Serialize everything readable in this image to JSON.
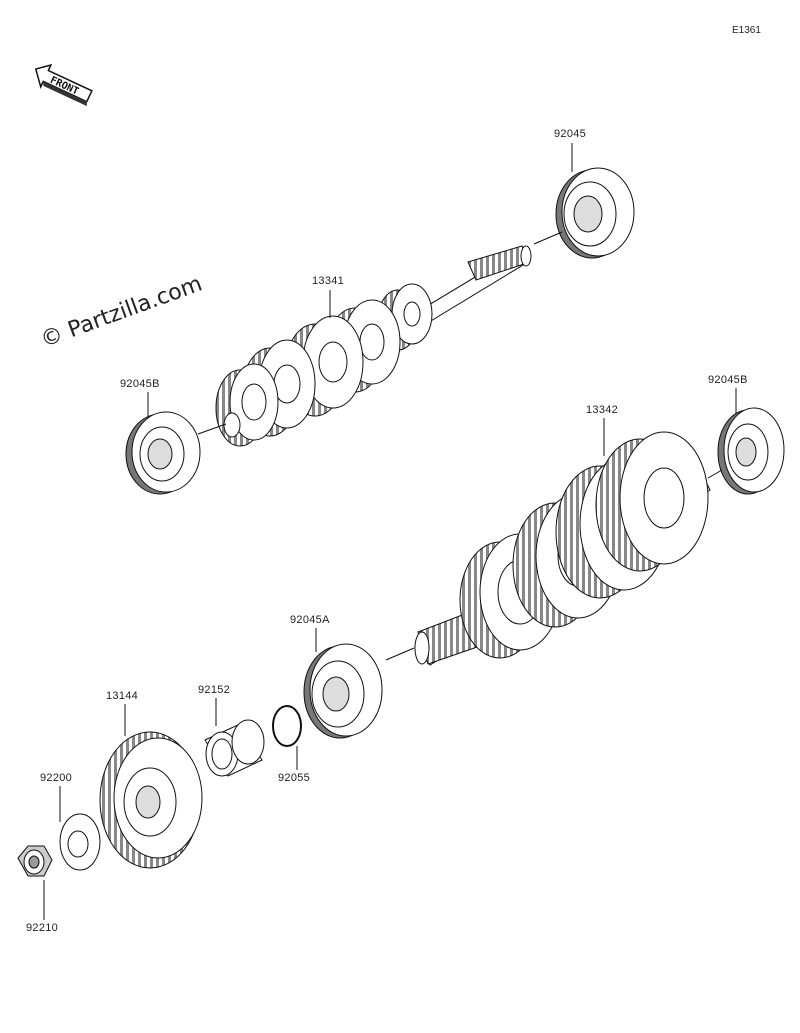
{
  "catalog_code": "E1361",
  "watermark": "© Partzilla.com",
  "front_label": "FRONT",
  "parts": [
    {
      "id": "p-92045",
      "number": "92045"
    },
    {
      "id": "p-13341",
      "number": "13341"
    },
    {
      "id": "p-92045b-upper",
      "number": "92045B"
    },
    {
      "id": "p-92045b-right",
      "number": "92045B"
    },
    {
      "id": "p-13342",
      "number": "13342"
    },
    {
      "id": "p-92045a",
      "number": "92045A"
    },
    {
      "id": "p-92152",
      "number": "92152"
    },
    {
      "id": "p-13144",
      "number": "13144"
    },
    {
      "id": "p-92055",
      "number": "92055"
    },
    {
      "id": "p-92200",
      "number": "92200"
    },
    {
      "id": "p-92210",
      "number": "92210"
    }
  ]
}
